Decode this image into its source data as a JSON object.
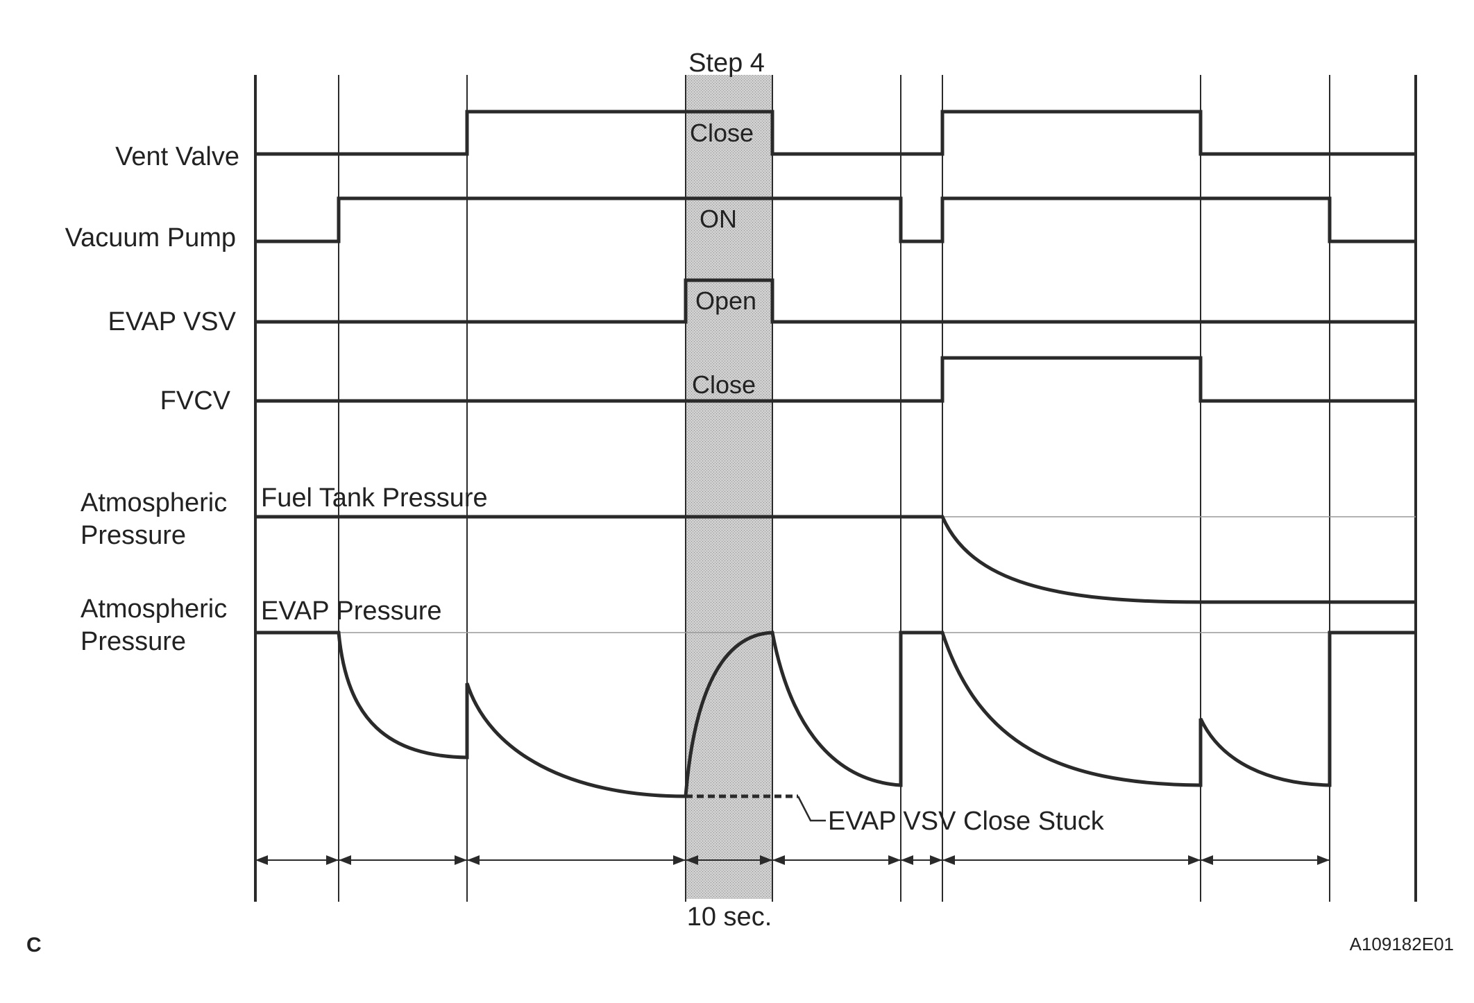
{
  "figure": {
    "corner_label": "C",
    "figure_id": "A109182E01"
  },
  "step_label": "Step 4",
  "time_label": "10 sec.",
  "signals": {
    "vent_valve": {
      "label": "Vent Valve",
      "state": "Close"
    },
    "vacuum_pump": {
      "label": "Vacuum Pump",
      "state": "ON"
    },
    "evap_vsv": {
      "label": "EVAP VSV",
      "state": "Open"
    },
    "fvcv": {
      "label": "FVCV",
      "state": "Close"
    }
  },
  "pressures": {
    "fuel_tank": {
      "axis_label_line1": "Atmospheric",
      "axis_label_line2": "Pressure",
      "curve_label": "Fuel Tank Pressure"
    },
    "evap": {
      "axis_label_line1": "Atmospheric",
      "axis_label_line2": "Pressure",
      "curve_label": "EVAP Pressure"
    }
  },
  "annotation": "EVAP VSV Close Stuck"
}
